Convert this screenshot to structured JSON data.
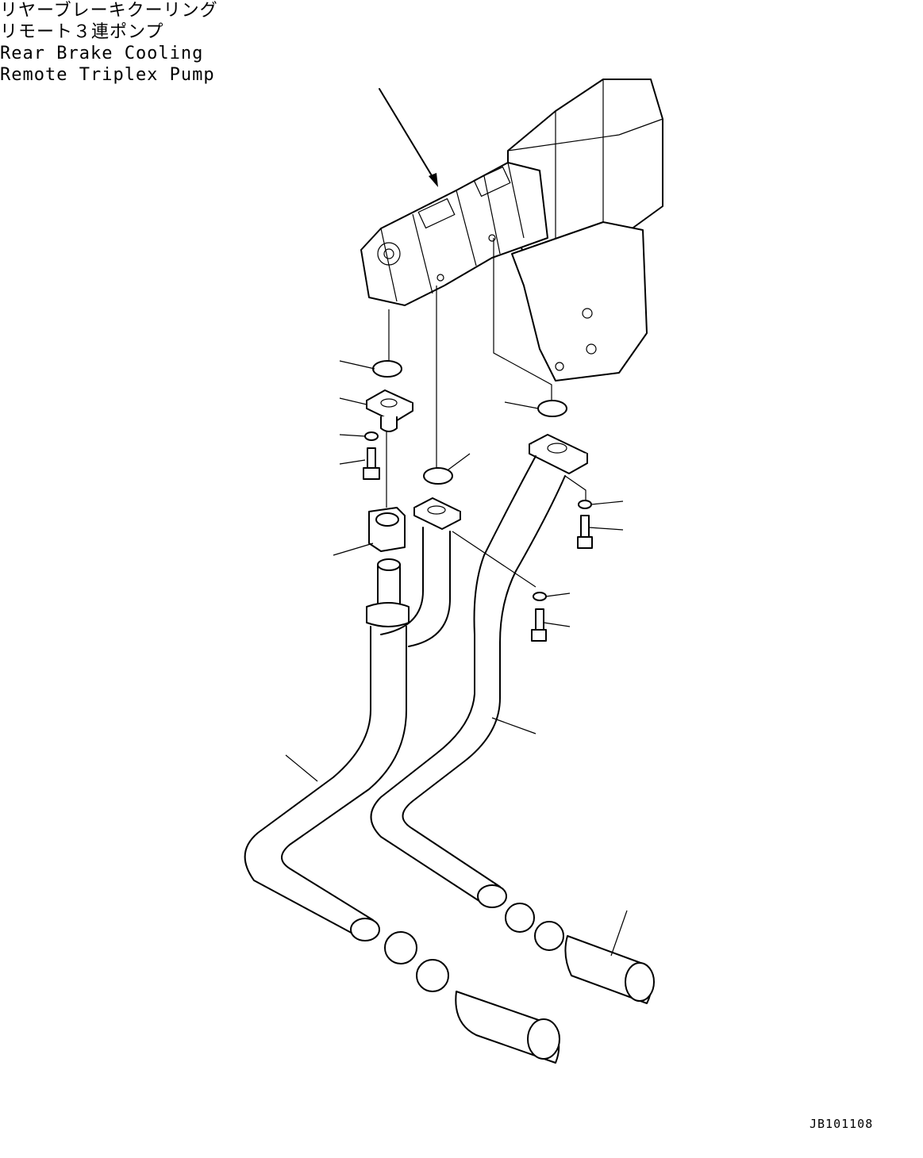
{
  "labels": {
    "title_jp_line1": "リヤーブレーキクーリング",
    "title_jp_line2": "リモート３連ポンプ",
    "title_en_line1": "Rear Brake Cooling",
    "title_en_line2": "Remote Triplex Pump"
  },
  "drawing_code": "JB101108"
}
